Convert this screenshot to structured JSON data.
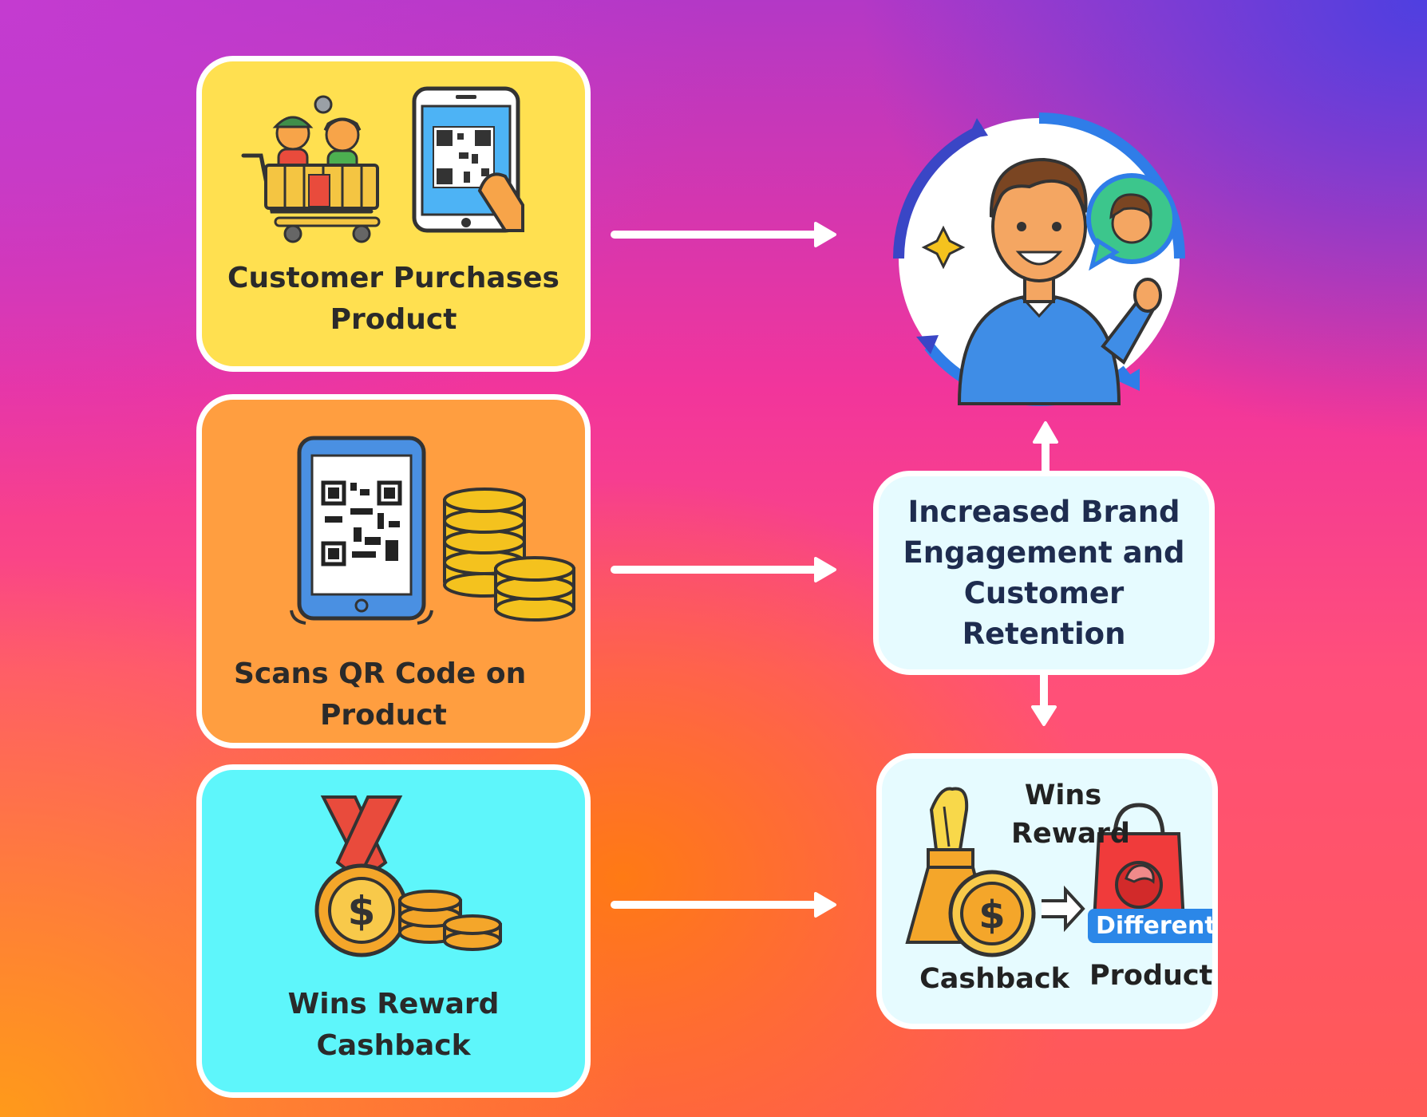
{
  "steps": {
    "purchase": {
      "label_line1": "Customer Purchases",
      "label_line2": "Product"
    },
    "scan": {
      "label_line1": "Scans QR Code on",
      "label_line2": "Product"
    },
    "reward": {
      "label_line1": "Wins Reward",
      "label_line2": "Cashback"
    }
  },
  "engagement": {
    "line1": "Increased Brand",
    "line2": "Engagement and",
    "line3": "Customer Retention"
  },
  "outcome": {
    "wins": "Wins",
    "reward": "Reward",
    "cashback": "Cashback",
    "badge": "Different",
    "product": "Product"
  },
  "colors": {
    "purchase_card": "#ffe050",
    "scan_card": "#ff9e40",
    "reward_card": "#5ef6fb",
    "info_card": "#e6fbff",
    "badge": "#2b87e8",
    "arrow": "#ffffff"
  },
  "icons": {
    "purchase": [
      "shopping-cart-icon",
      "customers-icon",
      "phone-qr-icon"
    ],
    "scan": [
      "phone-qr-icon",
      "coin-stack-icon"
    ],
    "reward": [
      "medal-icon",
      "coin-stack-icon"
    ],
    "customer": [
      "happy-customer-icon",
      "refresh-cycle-icon",
      "chat-bubble-icon",
      "sparkle-icon"
    ],
    "outcome": [
      "money-bag-icon",
      "dollar-coin-icon",
      "right-arrow-icon",
      "shopping-bag-icon"
    ]
  }
}
